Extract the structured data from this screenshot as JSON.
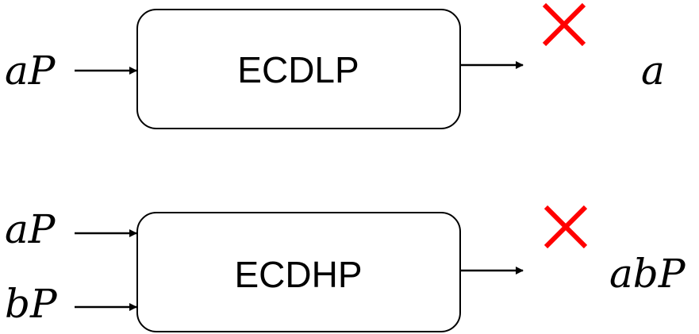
{
  "colors": {
    "cross": "#ff0000",
    "stroke": "#000000"
  },
  "ecdlp": {
    "box_label": "ECDLP",
    "input": "aP",
    "output": "a",
    "status_icon": "cross-icon"
  },
  "ecdhp": {
    "box_label": "ECDHP",
    "input_1": "aP",
    "input_2": "bP",
    "output": "abP",
    "status_icon": "cross-icon"
  }
}
